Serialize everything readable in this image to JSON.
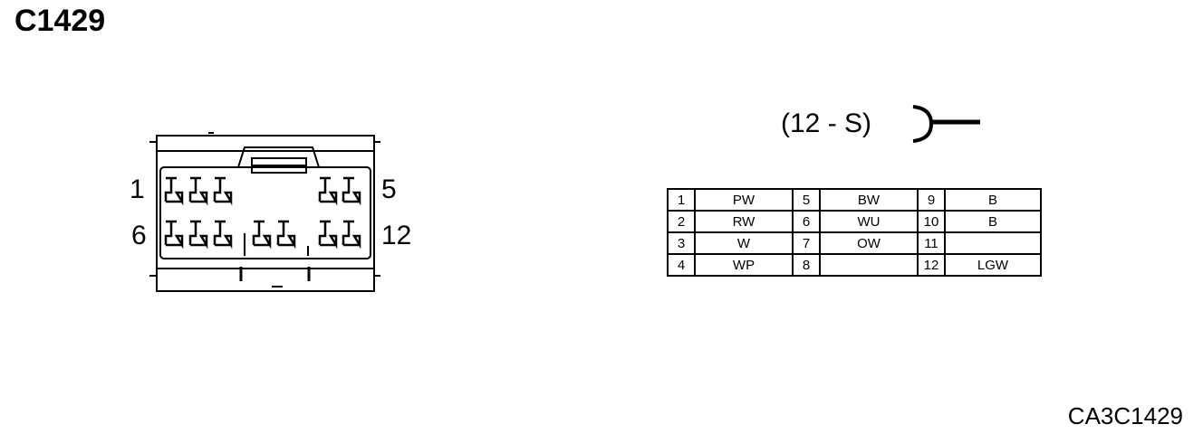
{
  "title": "C1429",
  "connector_type": "(12 - S)",
  "pin_labels": {
    "top_left": "1",
    "top_right": "5",
    "bottom_left": "6",
    "bottom_right": "12"
  },
  "pin_table": [
    {
      "pin": "1",
      "wire": "PW"
    },
    {
      "pin": "2",
      "wire": "RW"
    },
    {
      "pin": "3",
      "wire": "W"
    },
    {
      "pin": "4",
      "wire": "WP"
    },
    {
      "pin": "5",
      "wire": "BW"
    },
    {
      "pin": "6",
      "wire": "WU"
    },
    {
      "pin": "7",
      "wire": "OW"
    },
    {
      "pin": "8",
      "wire": ""
    },
    {
      "pin": "9",
      "wire": "B"
    },
    {
      "pin": "10",
      "wire": "B"
    },
    {
      "pin": "11",
      "wire": ""
    },
    {
      "pin": "12",
      "wire": "LGW"
    }
  ],
  "reference_code": "CA3C1429"
}
